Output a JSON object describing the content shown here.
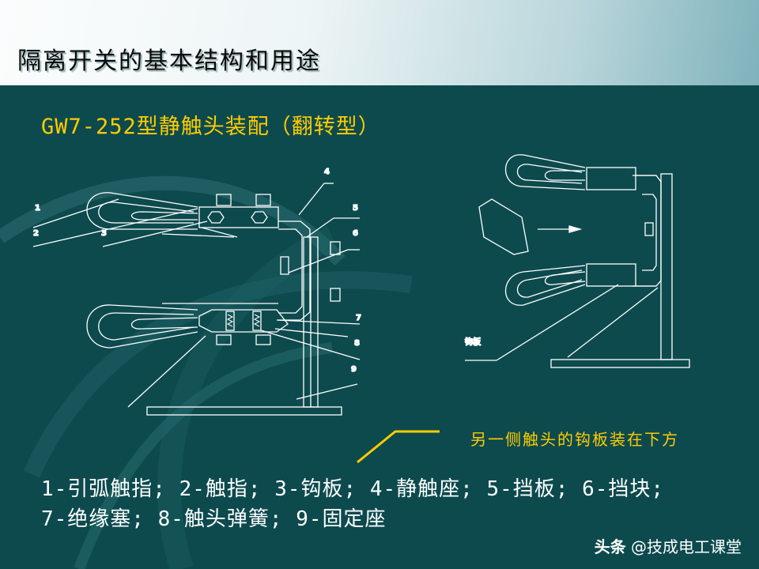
{
  "header": {
    "title": "隔离开关的基本结构和用途"
  },
  "subtitle": "GW7-252型静触头装配（翻转型）",
  "labels": {
    "n1": "1",
    "n2": "2",
    "n3": "3",
    "n4": "4",
    "n5": "5",
    "n6": "6",
    "n7": "7",
    "n8": "8",
    "n9": "9",
    "hook": "钩板"
  },
  "note": "另一侧触头的钩板装在下方",
  "legend": {
    "line1": "1-引弧触指; 2-触指; 3-钩板; 4-静触座; 5-挡板; 6-挡块;",
    "line2": "7-绝缘塞; 8-触头弹簧; 9-固定座"
  },
  "watermark": {
    "prefix": "头条",
    "handle": "@技成电工课堂"
  },
  "colors": {
    "background": "#0d4a4e",
    "accent": "#ffcc00",
    "line": "#ffffff"
  }
}
